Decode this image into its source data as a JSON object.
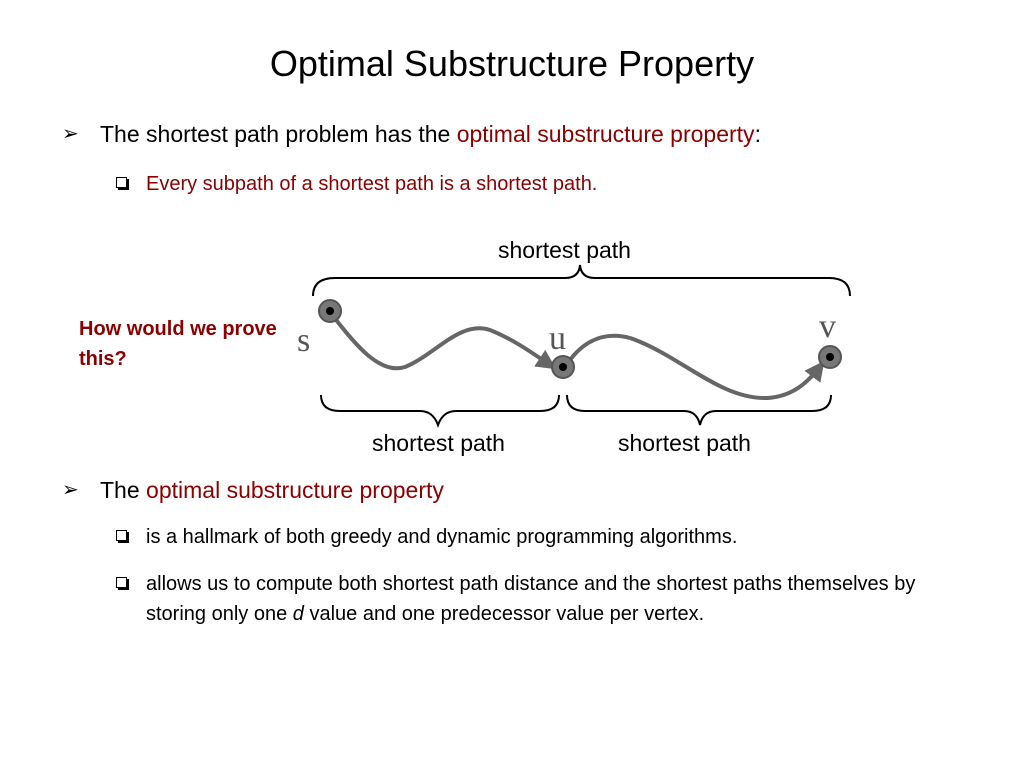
{
  "title": "Optimal Substructure Property",
  "bullet1": {
    "prefix": "The shortest path problem has the ",
    "highlight": "optimal substructure property",
    "suffix": ":",
    "sub": "Every subpath of a shortest path is a shortest path."
  },
  "diagram": {
    "question": "How would we prove this?",
    "top_label": "shortest path",
    "left_label": "shortest path",
    "right_label": "shortest path",
    "node_s": "s",
    "node_u": "u",
    "node_v": "v"
  },
  "bullet2": {
    "prefix": "The ",
    "highlight": "optimal substructure property",
    "sub1": "is a hallmark of both greedy and dynamic programming algorithms.",
    "sub2_a": "allows us to compute both shortest path distance and the shortest paths themselves by storing only one ",
    "sub2_italic": "d",
    "sub2_b": " value and one predecessor value per vertex."
  },
  "colors": {
    "accent": "#8b0000",
    "curve": "#666666",
    "node_label": "#555555"
  }
}
